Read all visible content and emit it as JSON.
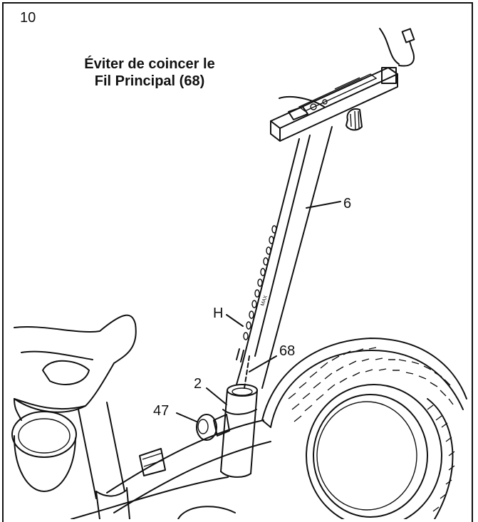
{
  "step": {
    "number": "10"
  },
  "caption": {
    "line1": "Éviter de coincer le",
    "line2": "Fil Principal (68)"
  },
  "callouts": {
    "c6": "6",
    "cH": "H",
    "c68": "68",
    "c2": "2",
    "c47": "47"
  },
  "brand_mark": "MAX",
  "colors": {
    "line": "#111111",
    "background": "#ffffff"
  }
}
